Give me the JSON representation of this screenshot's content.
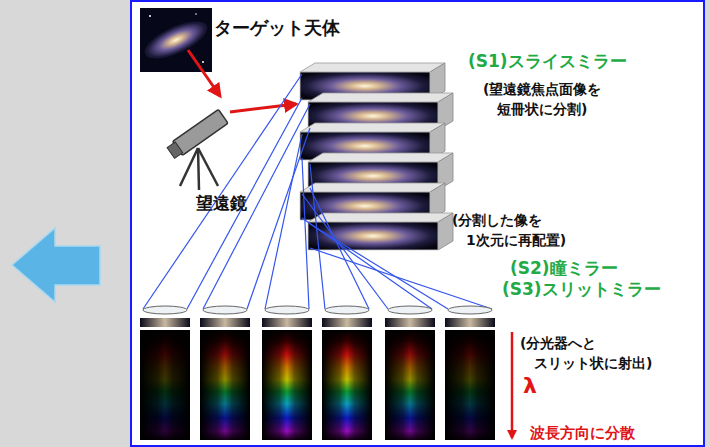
{
  "diagram": {
    "labels": [
      "ターゲット天体",
      "(S1)スライスミラー",
      "(望遠鏡焦点面像を 短冊状に分割)",
      "望遠鏡",
      "(分割した像を 1次元に再配置)",
      "(S2)瞳ミラー",
      "(S3)スリットミラー",
      "(分光器へと スリット状に射出)",
      "λ",
      "波長方向に分散"
    ]
  }
}
